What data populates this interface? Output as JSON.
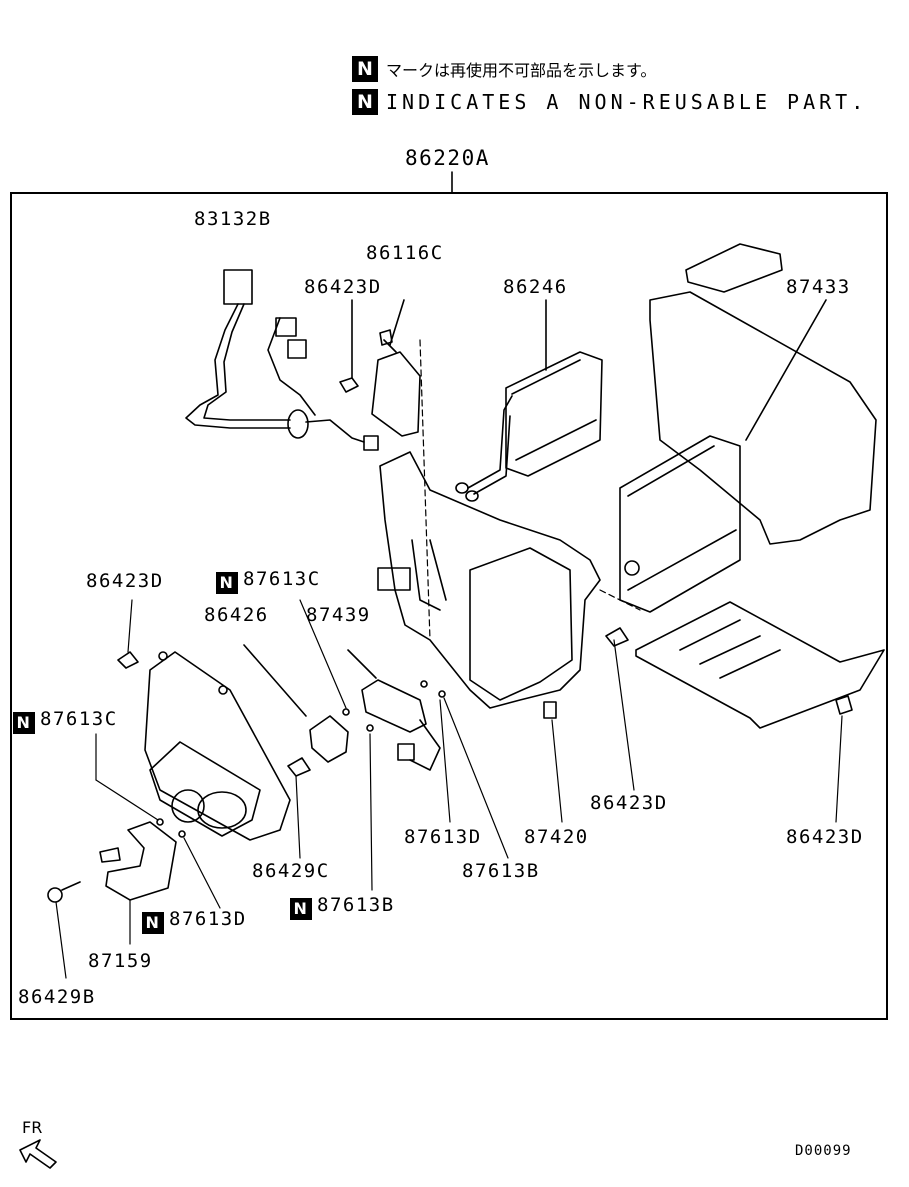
{
  "legend": {
    "badge": "N",
    "japanese": "マークは再使用不可部品を示します。",
    "english": "INDICATES A NON-REUSABLE PART."
  },
  "assembly_label": "86220A",
  "callouts": {
    "p83132b": "83132B",
    "p86116c": "86116C",
    "p86423d_top": "86423D",
    "p86246": "86246",
    "p87433": "87433",
    "p86423d_left": "86423D",
    "p87613c_mid": "87613C",
    "p86426": "86426",
    "p87439": "87439",
    "p87613c_left": "87613C",
    "p87613d_center": "87613D",
    "p87420": "87420",
    "p86423d_right_mid": "86423D",
    "p86423d_right": "86423D",
    "p87613b_center": "87613B",
    "p86429c": "86429C",
    "p87613b_lower": "87613B",
    "p87613d_lower": "87613D",
    "p87159": "87159",
    "p86429b": "86429B"
  },
  "direction_label": "FR",
  "diagram_code": "D00099"
}
